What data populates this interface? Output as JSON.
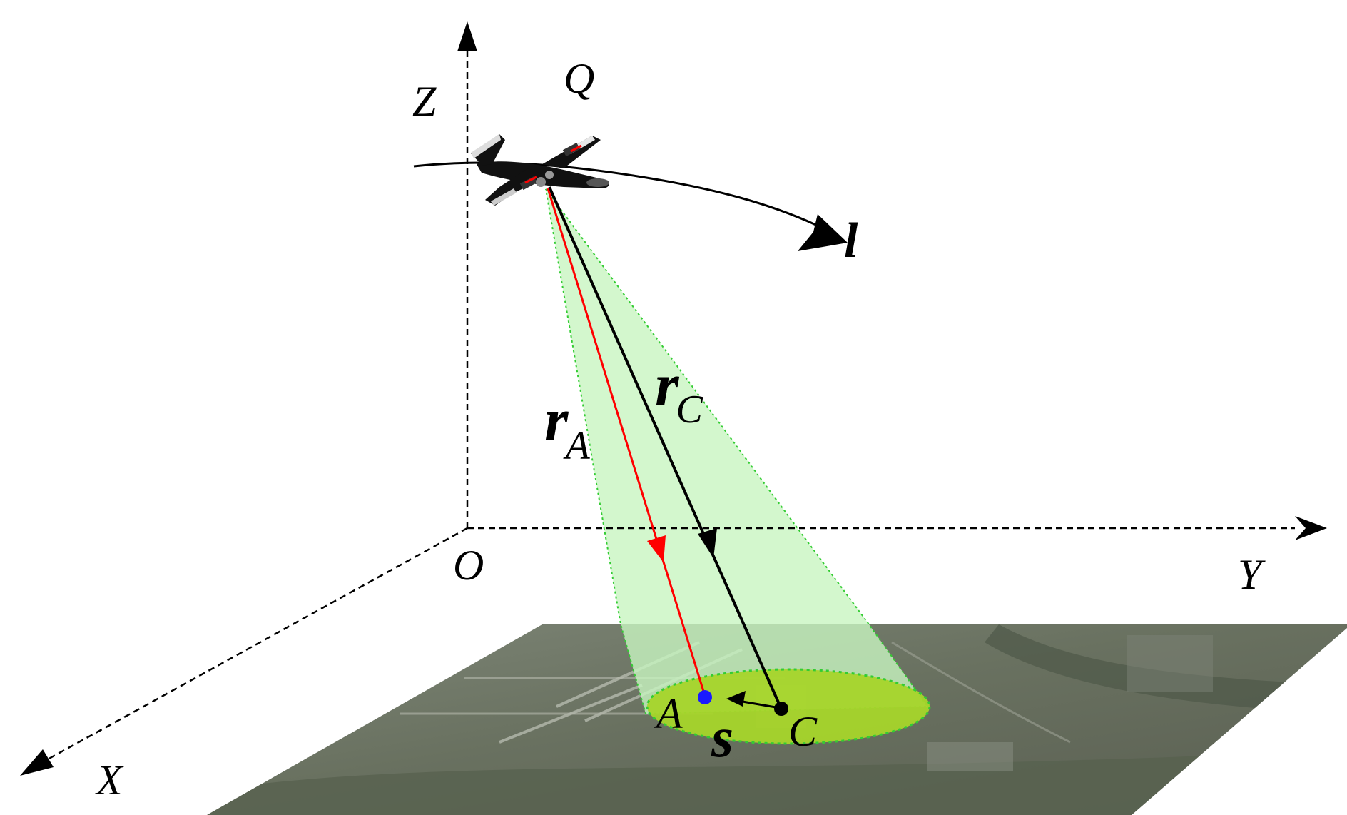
{
  "labels": {
    "z_axis": "Z",
    "y_axis": "Y",
    "x_axis": "X",
    "origin": "O",
    "platform": "Q",
    "trajectory": "l",
    "point_a": "A",
    "point_c": "C",
    "vector_s": "s",
    "vector_ra_main": "r",
    "vector_ra_sub": "A",
    "vector_rc_main": "r",
    "vector_rc_sub": "C"
  },
  "colors": {
    "beam_fill": "#c8f5c0",
    "beam_edge": "#33cc33",
    "footprint_fill": "#a6d52a",
    "ray_a": "#ff0000",
    "point_a": "#1a1aff",
    "ground": "#6b7563"
  }
}
